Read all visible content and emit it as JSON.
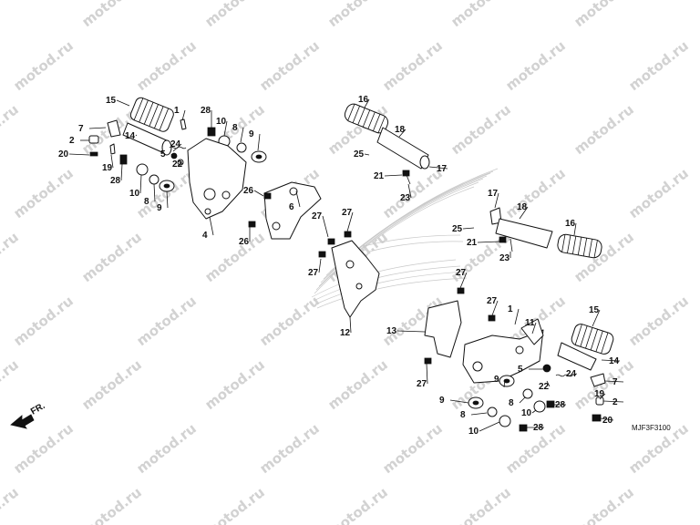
{
  "watermark": "motod.ru",
  "diagram_code": "MJF3F3100",
  "direction_label": "FR.",
  "callouts": {
    "c01": "15",
    "c02": "1",
    "c03": "28",
    "c04": "10",
    "c05": "8",
    "c06": "9",
    "c07": "7",
    "c08": "2",
    "c09": "14",
    "c10": "24",
    "c11": "20",
    "c12": "5",
    "c13": "22",
    "c14": "19",
    "c15": "28",
    "c16": "10",
    "c17": "8",
    "c18": "9",
    "c19": "4",
    "c20": "26",
    "c21": "6",
    "c22": "26",
    "c23": "16",
    "c24": "18",
    "c25": "25",
    "c26": "17",
    "c27": "21",
    "c28": "23",
    "c29": "17",
    "c30": "18",
    "c31": "25",
    "c32": "16",
    "c33": "21",
    "c34": "23",
    "c35": "27",
    "c36": "27",
    "c37": "27",
    "c38": "12",
    "c39": "27",
    "c40": "27",
    "c41": "13",
    "c42": "27",
    "c43": "1",
    "c44": "11",
    "c45": "15",
    "c46": "14",
    "c47": "5",
    "c48": "24",
    "c49": "22",
    "c50": "7",
    "c51": "9",
    "c52": "9",
    "c53": "8",
    "c54": "8",
    "c55": "28",
    "c56": "10",
    "c57": "19",
    "c58": "2",
    "c59": "10",
    "c60": "28",
    "c61": "20"
  }
}
